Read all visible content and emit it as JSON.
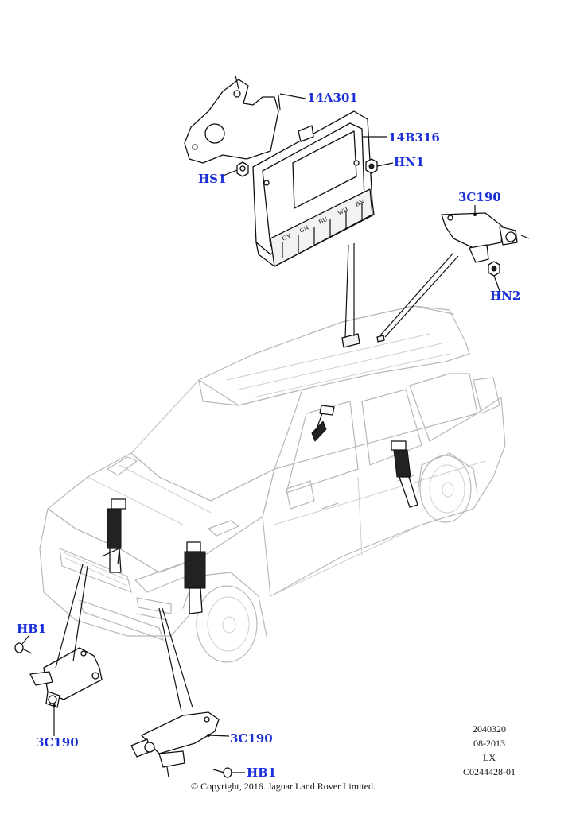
{
  "diagram": {
    "callouts": {
      "bracket_14A301": "14A301",
      "module_14B316": "14B316",
      "nut_HN1": "HN1",
      "screw_HS1": "HS1",
      "sensor_rear_3C190": "3C190",
      "nut_HN2": "HN2",
      "bolt_front_left_HB1": "HB1",
      "sensor_front_left_3C190": "3C190",
      "sensor_front_right_3C190": "3C190",
      "bolt_front_right_HB1": "HB1"
    },
    "reference": {
      "line1": "2040320",
      "line2": "08-2013",
      "line3": "LX",
      "line4": "C0244428-01"
    },
    "copyright": "© Copyright, 2016. Jaguar Land Rover Limited.",
    "module_pin_labels": [
      "GY",
      "GN",
      "BU",
      "WH",
      "BN"
    ],
    "colors": {
      "callout_text": "#1a2fd6",
      "line_art": "#111111",
      "vehicle_ghost": "#b8b8b8"
    }
  }
}
